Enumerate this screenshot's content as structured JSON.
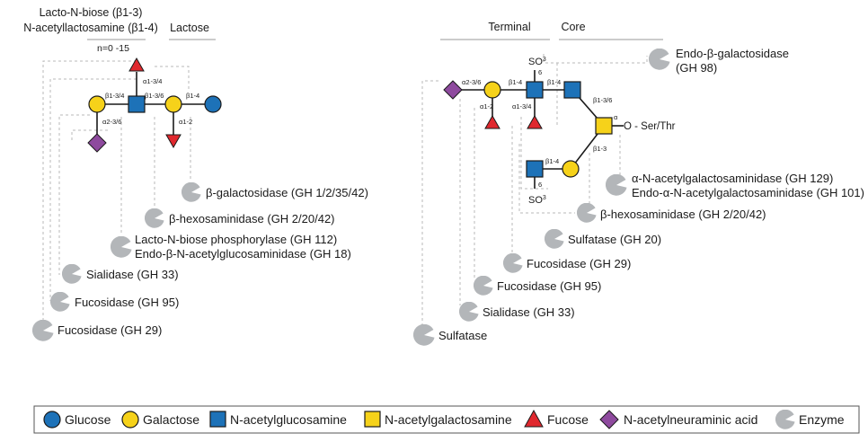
{
  "left": {
    "headers": {
      "line1": "Lacto-N-biose (β1-3)",
      "line2": "N-acetyllactosamine (β1-4)",
      "repeat": "n=0 -15",
      "lactose": "Lactose"
    },
    "linkages": {
      "fuc_top": "α1-3/4",
      "gal1_glcnac": "β1-3/4",
      "glcnac_gal2": "β1-3/6",
      "gal2_glc": "β1-4",
      "neu": "α2-3/6",
      "fuc_bottom": "α1-2"
    },
    "enzymes": [
      "β-galactosidase (GH 1/2/35/42)",
      "β-hexosaminidase (GH 2/20/42)",
      "Lacto-N-biose phosphorylase (GH 112)",
      "Endo-β-N-acetylglucosaminidase (GH 18)",
      "Sialidase (GH 33)",
      "Fucosidase (GH 95)",
      "Fucosidase (GH 29)"
    ]
  },
  "right": {
    "headers": {
      "terminal": "Terminal",
      "core": "Core"
    },
    "sulfate_label": "SO",
    "sulfate_sup": "3",
    "sulfate_pos": "6",
    "linkages": {
      "neu_gal": "α2-3/6",
      "gal_glcnac": "β1-4",
      "glcnac_glcnac": "β1-4",
      "glcnac_galnac": "β1-3/6",
      "galnac_alpha": "α",
      "gal_galnac": "β1-3",
      "glcnac_gal_lower": "β1-4",
      "fuc_left": "α1-2",
      "fuc_right": "α1-3/4"
    },
    "ser_thr": "O - Ser/Thr",
    "enzymes": [
      "Endo-β-galactosidase",
      "(GH 98)",
      "α-N-acetylgalactosaminidase (GH 129)",
      "Endo-α-N-acetylgalactosaminidase (GH 101)",
      "β-hexosaminidase (GH 2/20/42)",
      "Sulfatase (GH 20)",
      "Fucosidase (GH 29)",
      "Fucosidase (GH 95)",
      "Sialidase (GH 33)",
      "Sulfatase"
    ]
  },
  "legend": {
    "items": [
      {
        "label": "Glucose",
        "icon": "glucose-circle-icon",
        "color": "#1d72b8"
      },
      {
        "label": "Galactose",
        "icon": "galactose-circle-icon",
        "color": "#f6d21a"
      },
      {
        "label": "N-acetylglucosamine",
        "icon": "glcnac-square-icon",
        "color": "#1d72b8"
      },
      {
        "label": "N-acetylgalactosamine",
        "icon": "galnac-square-icon",
        "color": "#f6d21a"
      },
      {
        "label": "Fucose",
        "icon": "fucose-triangle-icon",
        "color": "#e0282e"
      },
      {
        "label": "N-acetylneuraminic acid",
        "icon": "neu5ac-diamond-icon",
        "color": "#8e4a9e"
      },
      {
        "label": "Enzyme",
        "icon": "enzyme-pacman-icon",
        "color": "#b3b6b9"
      }
    ]
  }
}
